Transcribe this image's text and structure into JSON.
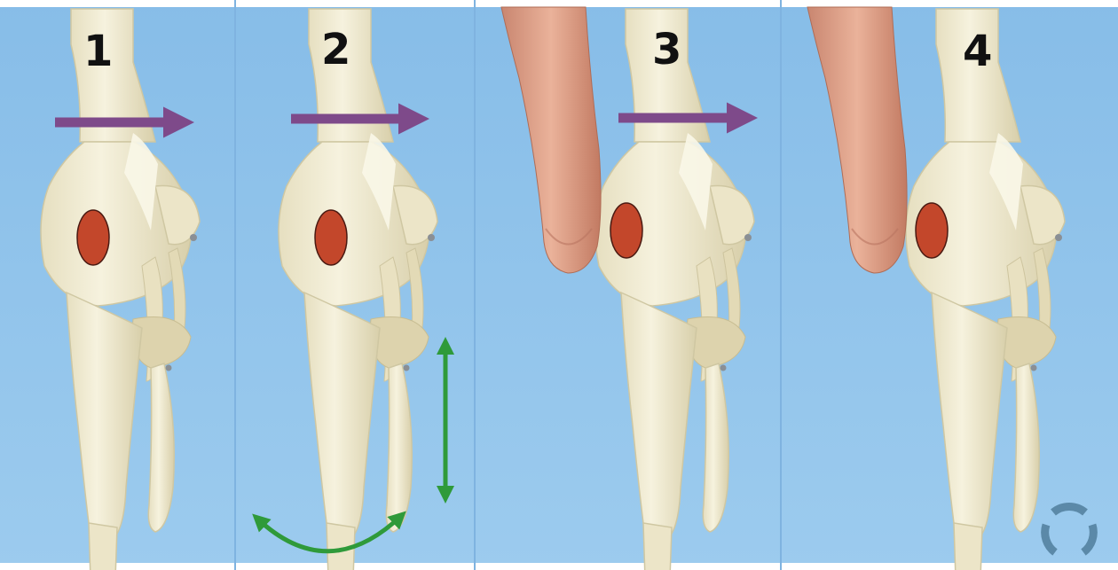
{
  "panels": [
    {
      "number": "1",
      "finger": false,
      "purple_arrow": true,
      "green_arrows": false
    },
    {
      "number": "2",
      "finger": false,
      "purple_arrow": true,
      "green_arrows": true
    },
    {
      "number": "3",
      "finger": true,
      "purple_arrow": true,
      "green_arrows": false
    },
    {
      "number": "4",
      "finger": true,
      "purple_arrow": false,
      "green_arrows": false
    }
  ],
  "colors": {
    "background": "#8fc3ea",
    "background_dark": "#6fa9dc",
    "bone": "#f1ecd3",
    "bone_shade": "#d9d2b0",
    "marker": "#c3472b",
    "purple_arrow": "#7e4a8a",
    "green_arrow": "#2f9a3a",
    "finger": "#e2a48a",
    "logo": "#5b89a8"
  },
  "icons": [
    "purple-arrow-icon",
    "green-arrow-icon",
    "circular-logo-icon"
  ]
}
